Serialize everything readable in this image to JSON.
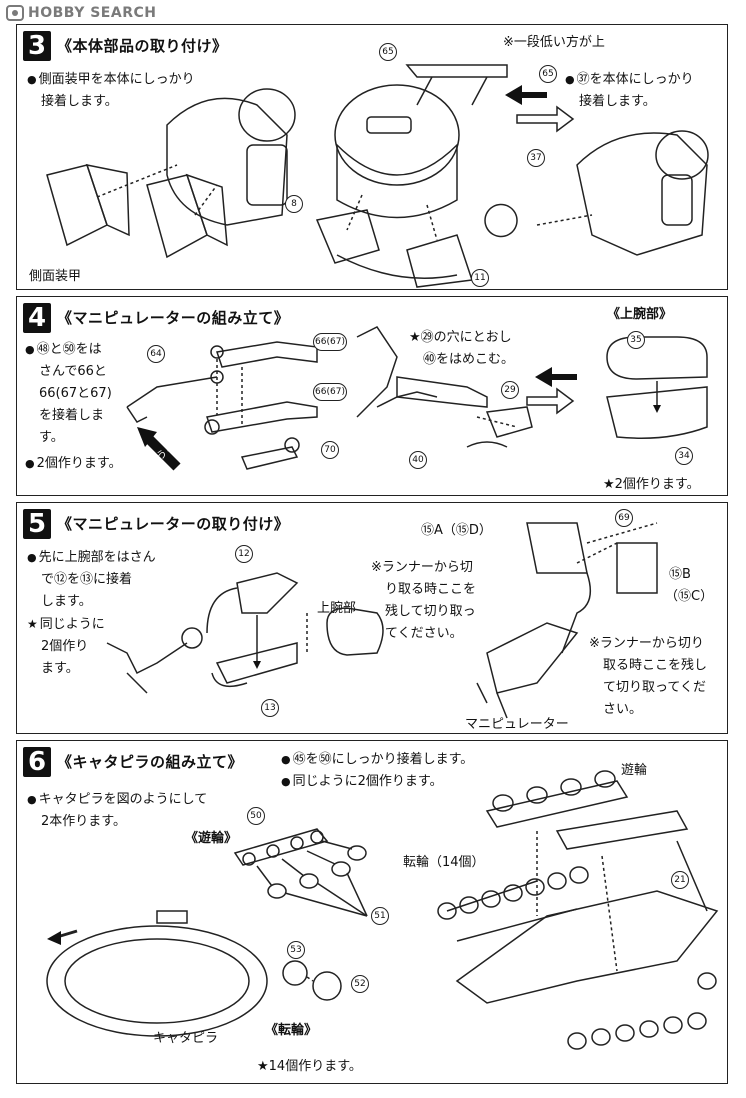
{
  "watermark": {
    "brand": "HOBBY SEARCH"
  },
  "steps": [
    {
      "number": "3",
      "title": "《本体部品の取り付け》",
      "notes": [
        "側面装甲を本体にしっかり",
        "接着します。"
      ],
      "notes_right": [
        "㊲を本体にしっかり",
        "接着します。"
      ],
      "callout": "※一段低い方が上",
      "labels": {
        "side_armor": "側面装甲"
      },
      "parts": [
        "65",
        "65",
        "8",
        "11",
        "37"
      ]
    },
    {
      "number": "4",
      "title": "《マニピュレーターの組み立て》",
      "notes": [
        "㊽と㊿をは",
        "さんで66と",
        "66(67と67)",
        "を接着しま",
        "す。"
      ],
      "note_star_left": "2個作ります。",
      "notes_mid": [
        "★㉙の穴にとおし",
        "㊵をはめこむ。"
      ],
      "subhead": "《上腕部》",
      "star_right": "★2個作ります。",
      "arrow_text": "うらから",
      "parts": [
        "64",
        "66(67)",
        "66(67)",
        "70",
        "29",
        "40",
        "35",
        "34"
      ]
    },
    {
      "number": "5",
      "title": "《マニピュレーターの取り付け》",
      "notes": [
        "先に上腕部をはさん",
        "で⑫を⑬に接着",
        "します。"
      ],
      "notes_star": [
        "同じように",
        "2個作り",
        "ます。"
      ],
      "callout1": [
        "※ランナーから切",
        "り取る時ここを",
        "残して切り取っ",
        "てください。"
      ],
      "callout2": [
        "※ランナーから切り",
        "取る時ここを残し",
        "て切り取ってくだ",
        "さい。"
      ],
      "labels": {
        "upper_arm": "上腕部",
        "manipulator": "マニピュレーター",
        "part_15a": "⑮A（⑮D）",
        "part_15b": "⑮B",
        "part_15c": "（⑮C）"
      },
      "parts": [
        "12",
        "13",
        "69"
      ]
    },
    {
      "number": "6",
      "title": "《キャタピラの組み立て》",
      "notes": [
        "キャタピラを図のようにして",
        "2本作ります。"
      ],
      "notes_top": [
        "㊺を㊿にしっかり接着します。",
        "同じように2個作ります。"
      ],
      "labels": {
        "idler": "《遊輪》",
        "idler_right": "遊輪",
        "road_wheel": "《転輪》",
        "road_wheel_count": "転輪（14個）",
        "caterpillar": "キャタピラ"
      },
      "star_bottom": "★14個作ります。",
      "parts": [
        "50",
        "51",
        "53",
        "52",
        "21"
      ]
    }
  ],
  "colors": {
    "ink": "#111111",
    "watermark": "#7a7a7a"
  }
}
